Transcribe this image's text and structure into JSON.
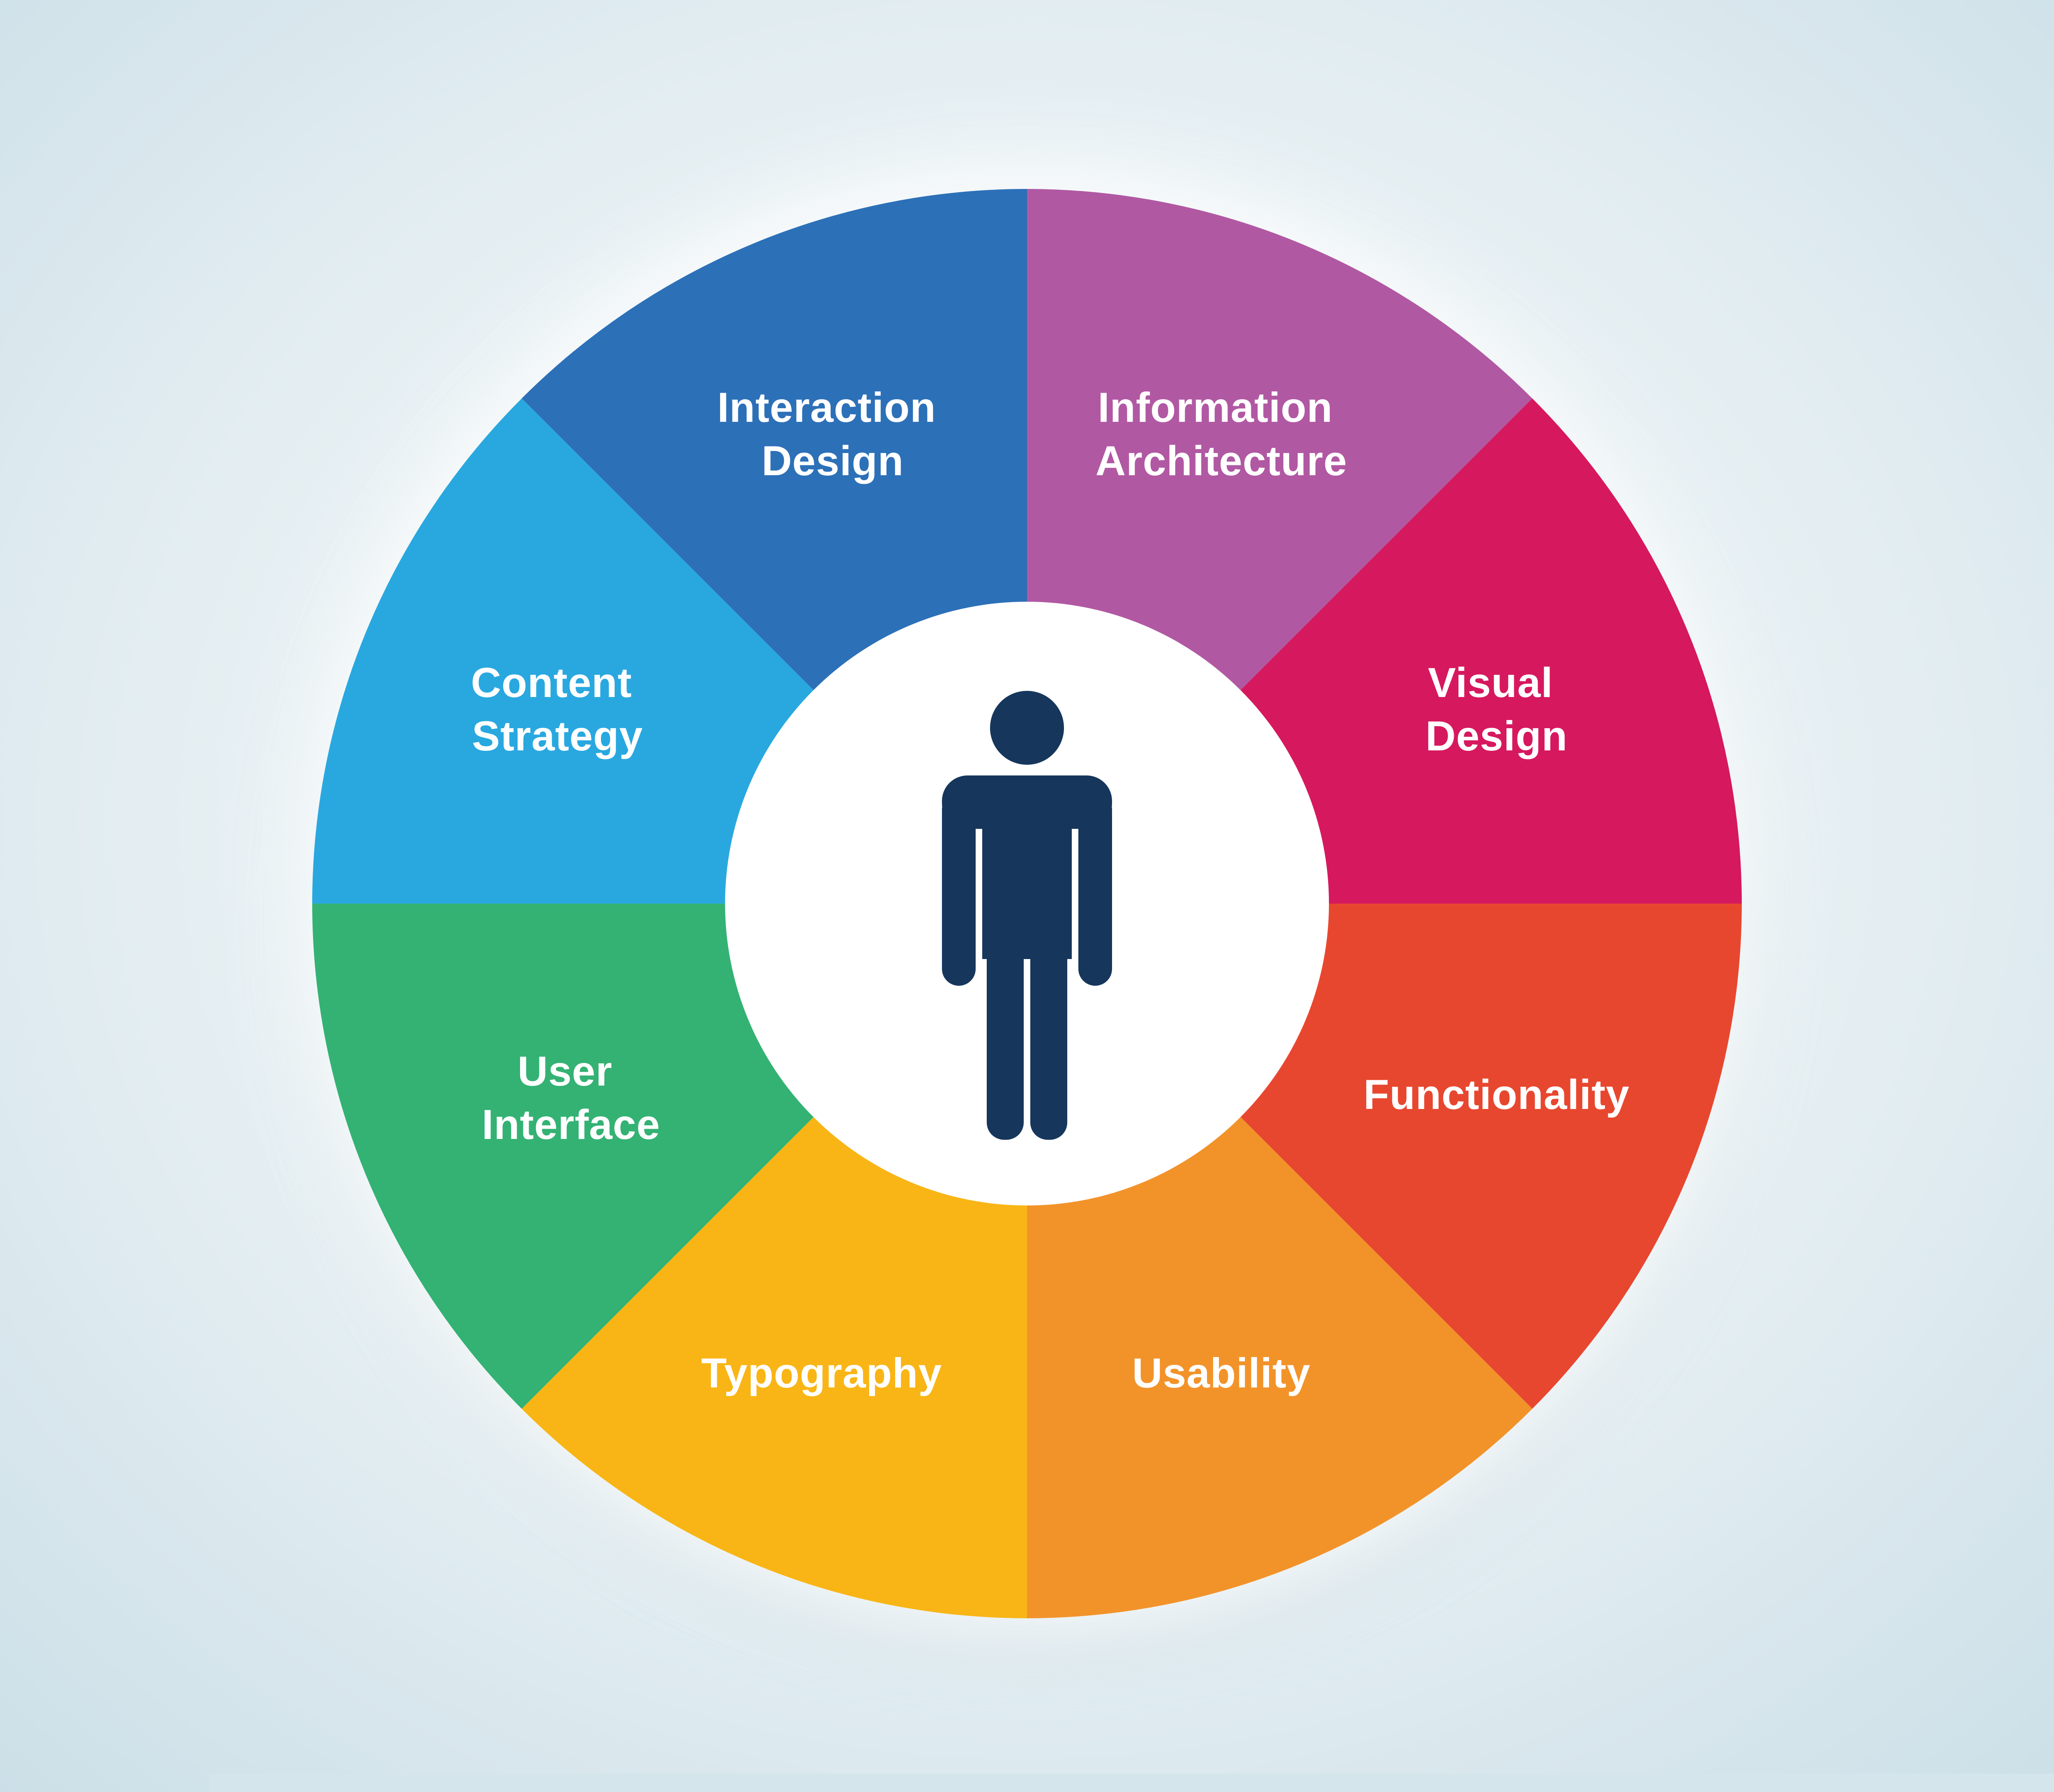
{
  "background": {
    "gradient_center": "#f5fafb",
    "gradient_mid": "#e4eef2",
    "gradient_edge": "#c8dde6",
    "glow_color": "#ffffff",
    "shadow_color": "#9db8c2"
  },
  "wheel": {
    "center_color": "#ffffff",
    "label_text_color": "#ffffff",
    "person": {
      "name": "person-icon",
      "color": "#16365c"
    },
    "segments": [
      {
        "label": "Information Architecture",
        "lines": [
          "Information",
          "Architecture"
        ],
        "color": "#b158a3"
      },
      {
        "label": "Visual Design",
        "lines": [
          "Visual",
          "Design"
        ],
        "color": "#d6185e"
      },
      {
        "label": "Functionality",
        "lines": [
          "Functionality"
        ],
        "color": "#e8472f"
      },
      {
        "label": "Usability",
        "lines": [
          "Usability"
        ],
        "color": "#f2932a"
      },
      {
        "label": "Typography",
        "lines": [
          "Typography"
        ],
        "color": "#f9b515"
      },
      {
        "label": "User Interface",
        "lines": [
          "User",
          "Interface"
        ],
        "color": "#33b273"
      },
      {
        "label": "Content Strategy",
        "lines": [
          "Content",
          "Strategy"
        ],
        "color": "#29a8e0"
      },
      {
        "label": "Interaction Design",
        "lines": [
          "Interaction",
          "Design"
        ],
        "color": "#2c70b8"
      }
    ]
  }
}
